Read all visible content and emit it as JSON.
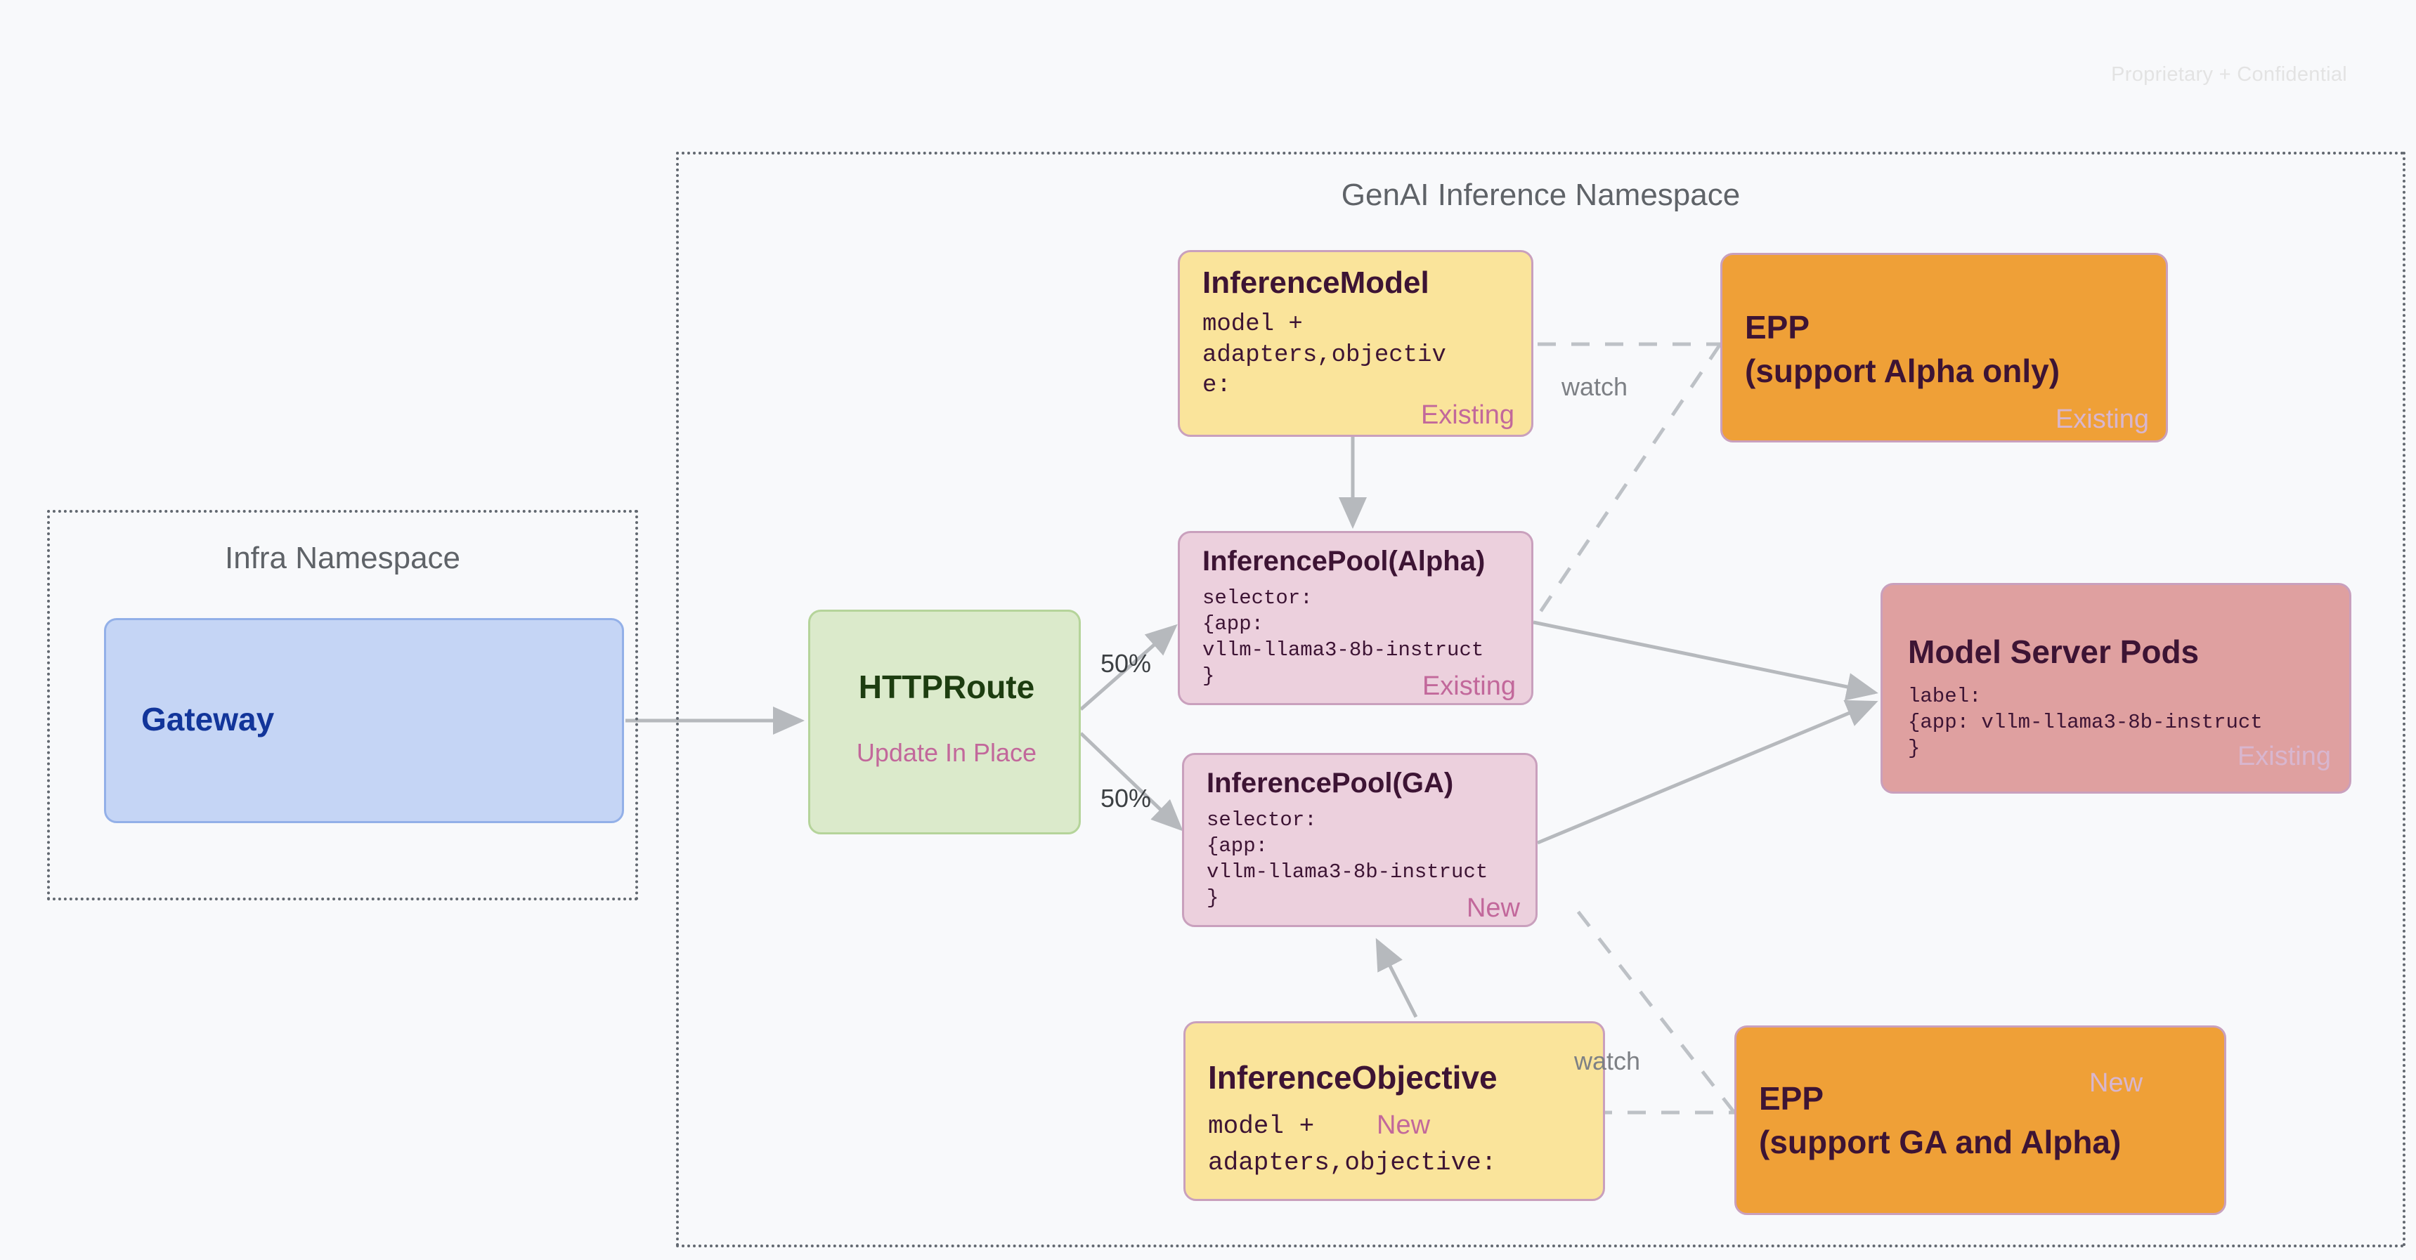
{
  "page": {
    "confidential_note": "Proprietary + Confidential",
    "background_color": "#f8f9fb"
  },
  "namespaces": [
    {
      "id": "infra",
      "title": "Infra Namespace"
    },
    {
      "id": "genai",
      "title": "GenAI Inference Namespace"
    }
  ],
  "nodes": {
    "gateway": {
      "title": "Gateway",
      "color": "#c5d5f5"
    },
    "httproute": {
      "title": "HTTPRoute",
      "badge": "Update In Place",
      "color": "#dbeacb"
    },
    "inference_model": {
      "title": "InferenceModel",
      "body": "model +\nadapters,objectiv\ne:",
      "badge": "Existing",
      "color": "#fae49b"
    },
    "inference_objective": {
      "title": "InferenceObjective",
      "body_line1": "model +",
      "body_line2": "adapters,objective:",
      "badge": "New",
      "color": "#fae49b"
    },
    "inference_pool_alpha": {
      "title": "InferencePool(Alpha)",
      "body": "selector:\n{app:\nvllm-llama3-8b-instruct\n}",
      "badge": "Existing",
      "color": "#ecd0dd"
    },
    "inference_pool_ga": {
      "title": "InferencePool(GA)",
      "body": "selector:\n{app:\nvllm-llama3-8b-instruct\n}",
      "badge": "New",
      "color": "#ecd0dd"
    },
    "epp_alpha": {
      "title_line1": "EPP",
      "title_line2": "(support Alpha only)",
      "badge": "Existing",
      "color": "#efa037"
    },
    "epp_ga": {
      "title_line1": "EPP",
      "title_line2": "(support GA and Alpha)",
      "badge": "New",
      "color": "#efa037"
    },
    "model_server_pods": {
      "title": "Model Server Pods",
      "body": "label:\n{app: vllm-llama3-8b-instruct\n}",
      "badge": "Existing",
      "color": "#dfa0a0"
    }
  },
  "edges": {
    "split_top_label": "50%",
    "split_bottom_label": "50%",
    "watch_top_label": "watch",
    "watch_bottom_label": "watch"
  },
  "colors": {
    "node_border": "#c9a0bd",
    "badge_pink": "#c2689b",
    "badge_light_pink": "#d8b6cf",
    "wire_gray": "#b6b9bd",
    "namespace_dot": "#626870",
    "namespace_title": "#5f6368",
    "gateway_text": "#12359a",
    "httproute_text": "#1d3d10",
    "node_text": "#3d1434"
  }
}
